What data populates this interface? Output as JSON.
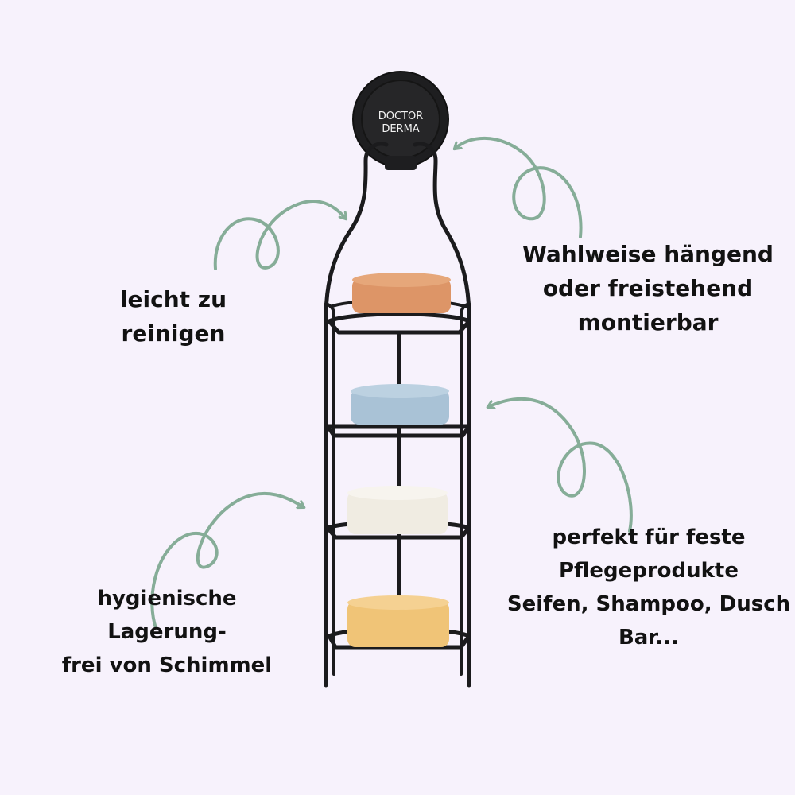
{
  "logo": {
    "line1": "DOCTOR",
    "line2": "DERMA"
  },
  "captions": {
    "top_right": [
      "Wahlweise hängend",
      "oder freistehend",
      "montierbar"
    ],
    "left_upper": [
      "leicht zu",
      "reinigen"
    ],
    "right_lower": [
      "perfekt für feste",
      "Pflegeprodukte",
      "Seifen, Shampoo, Dusch",
      "Bar..."
    ],
    "left_lower": [
      "hygienische",
      "Lagerung-",
      "frei von Schimmel"
    ]
  },
  "colors": {
    "background": "#f7f2fc",
    "arrow": "#86ad98",
    "rack": "#1b1b1d",
    "text": "#121212",
    "soap_orange": "#dd9567",
    "soap_blue": "#a9c2d6",
    "soap_white": "#f0ece2",
    "soap_yellow": "#f0c477"
  }
}
